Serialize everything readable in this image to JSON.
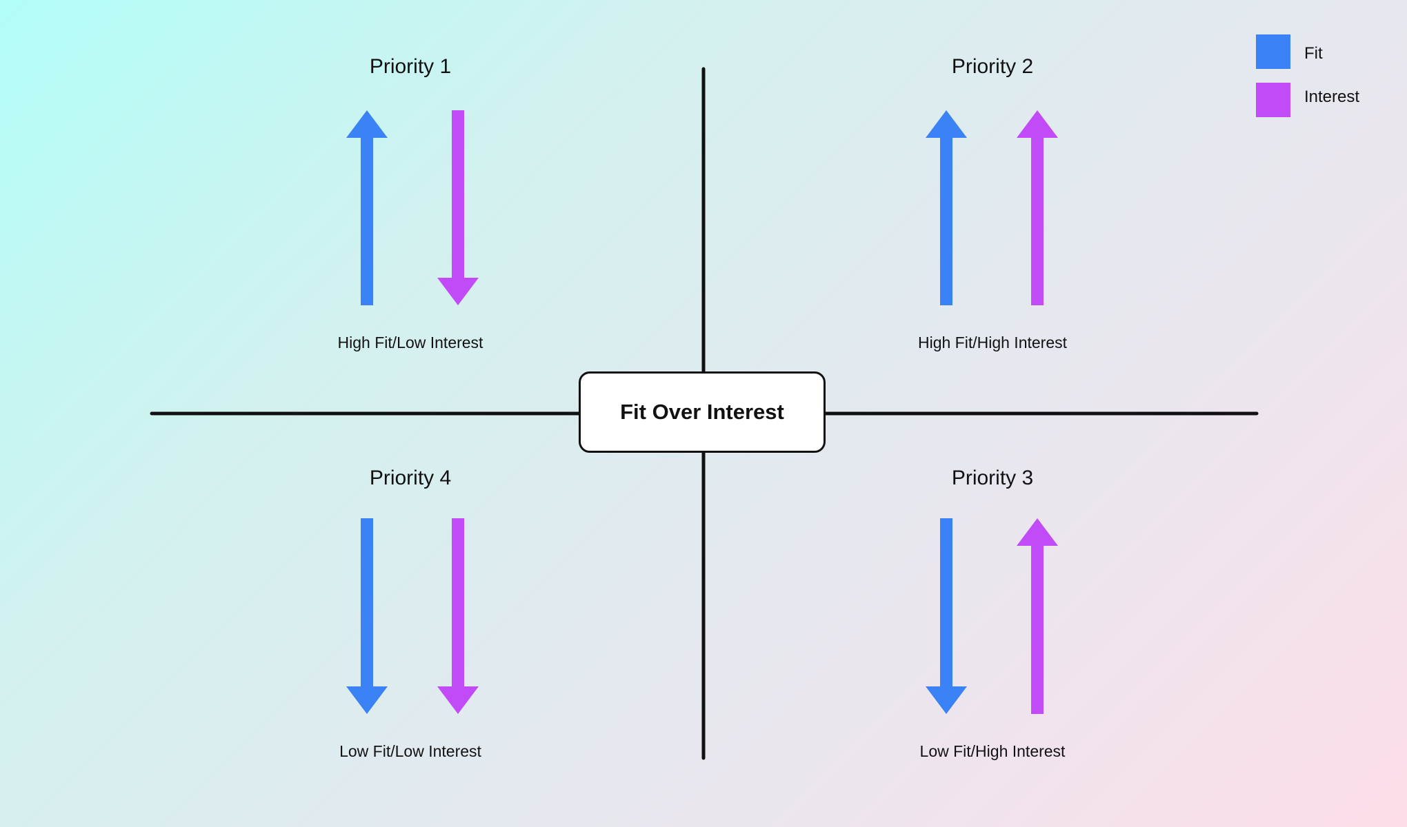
{
  "diagram": {
    "center_label": "Fit Over Interest",
    "quadrants": [
      {
        "priority": "Priority 1",
        "label": "High Fit/Low Interest",
        "fit": "up",
        "interest": "down"
      },
      {
        "priority": "Priority 2",
        "label": "High Fit/High Interest",
        "fit": "up",
        "interest": "up"
      },
      {
        "priority": "Priority 4",
        "label": "Low Fit/Low Interest",
        "fit": "down",
        "interest": "down"
      },
      {
        "priority": "Priority 3",
        "label": "Low Fit/High Interest",
        "fit": "down",
        "interest": "up"
      }
    ]
  },
  "legend": {
    "items": [
      {
        "label": "Fit",
        "color": "#3b82f6"
      },
      {
        "label": "Interest",
        "color": "#c14cf7"
      }
    ]
  },
  "colors": {
    "fit": "#3b82f6",
    "interest": "#c14cf7",
    "axis": "#111111"
  }
}
